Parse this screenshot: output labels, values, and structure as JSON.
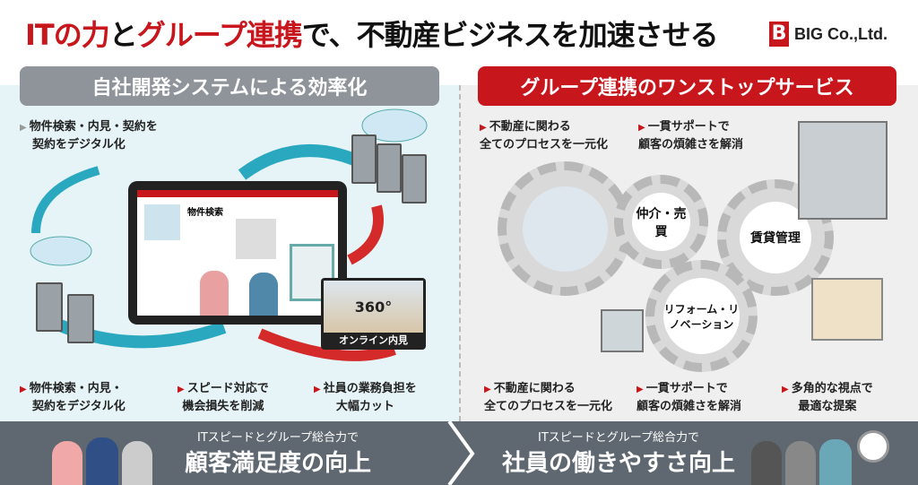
{
  "header": {
    "title_red1": "ITの力",
    "title_mid1": "と",
    "title_red2": "グループ連携",
    "title_rest": "で、不動産ビジネスを加速させる",
    "logo_mark": "B",
    "logo_text": "BIG Co.,Ltd."
  },
  "left": {
    "heading": "自社開発システムによる効率化",
    "top_bullet": [
      "物件検索・内見・契約を",
      "契約をデジタル化"
    ],
    "screen_title": "物件検索",
    "vr_label": "360°",
    "vr_caption": "オンライン内見",
    "bullets": [
      [
        "物件検索・内見・",
        "契約をデジタル化"
      ],
      [
        "スピード対応で",
        "機会損失を削減"
      ],
      [
        "社員の業務負担を",
        "大幅カット"
      ]
    ]
  },
  "right": {
    "heading": "グループ連携のワンストップサービス",
    "top_bullets": [
      [
        "不動産に関わる",
        "全てのプロセスを一元化"
      ],
      [
        "一貫サポートで",
        "顧客の煩雑さを解消"
      ]
    ],
    "gears": [
      "仲介・売買",
      "賃貸管理",
      "リフォーム・リノベーション"
    ],
    "bullets": [
      [
        "不動産に関わる",
        "全てのプロセスを一元化"
      ],
      [
        "一貫サポートで",
        "顧客の煩雑さを解消"
      ],
      [
        "多角的な視点で",
        "最適な提案"
      ]
    ]
  },
  "bottom": {
    "left": {
      "sub": "ITスピードとグループ総合力で",
      "main": "顧客満足度の向上"
    },
    "right": {
      "sub": "ITスピードとグループ総合力で",
      "main": "社員の働きやすさ向上"
    }
  },
  "colors": {
    "accent": "#c8161d",
    "gray_header": "#8e9499",
    "bottom_band": "#5f6870",
    "teal": "#2aa8bf"
  }
}
